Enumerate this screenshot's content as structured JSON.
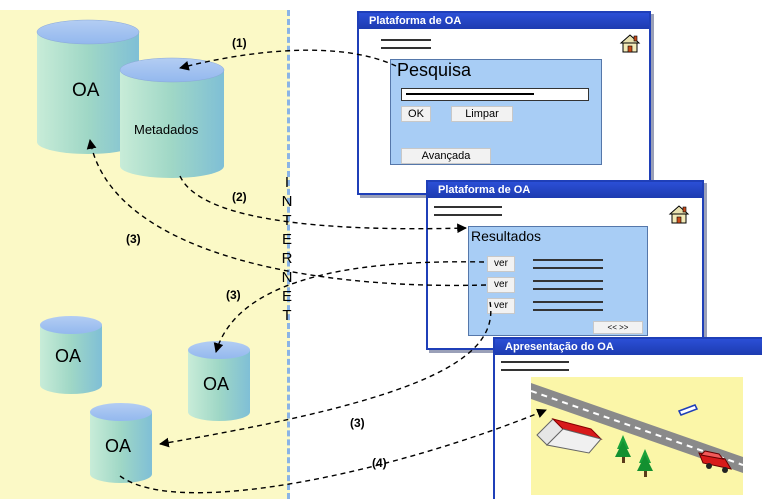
{
  "repository": {
    "oa_main": "OA",
    "metadados": "Metadados",
    "oa_small_1": "OA",
    "oa_small_2": "OA",
    "oa_small_3": "OA"
  },
  "internet_letters": [
    "I",
    "N",
    "T",
    "E",
    "R",
    "N",
    "E",
    "T"
  ],
  "arrows": {
    "a1": "(1)",
    "a2": "(2)",
    "a3_left": "(3)",
    "a3_mid": "(3)",
    "a3_bottom": "(3)",
    "a4": "(4)"
  },
  "search_window": {
    "title": "Plataforma de OA",
    "heading": "Pesquisa",
    "ok_label": "OK",
    "clear_label": "Limpar",
    "advanced_label": "Avançada"
  },
  "results_window": {
    "title": "Plataforma de OA",
    "heading": "Resultados",
    "view_label": "ver",
    "pager_label": "<< >>"
  },
  "presentation_window": {
    "title": "Apresentação do OA"
  },
  "colors": {
    "repo_bg": "#fbf9c6",
    "window_border": "#1f3fb8",
    "panel": "#a8cdf5",
    "cylinder": "#a8dcc8"
  }
}
